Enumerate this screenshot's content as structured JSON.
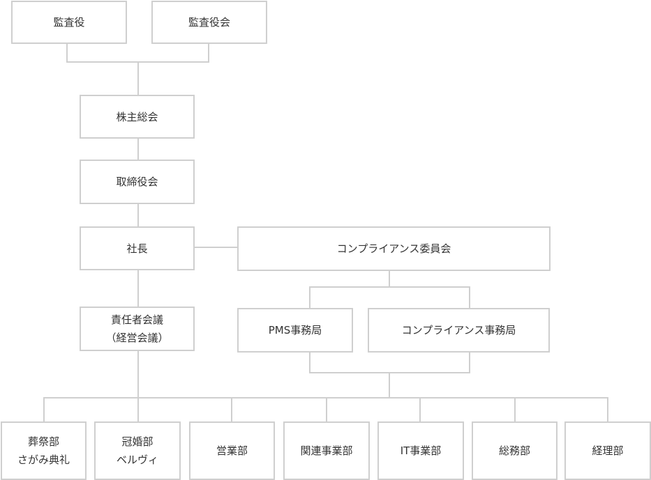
{
  "org": {
    "auditor": "監査役",
    "board_of_auditors": "監査役会",
    "shareholders_meeting": "株主総会",
    "board_of_directors": "取締役会",
    "president": "社長",
    "compliance_committee": "コンプライアンス委員会",
    "responsibility_meeting": {
      "line1": "責任者会議",
      "line2": "（経営会議）"
    },
    "pms_office": "PMS事務局",
    "compliance_office": "コンプライアンス事務局",
    "departments": {
      "funeral": {
        "line1": "葬祭部",
        "line2": "さがみ典礼"
      },
      "wedding": {
        "line1": "冠婚部",
        "line2": "ベルヴィ"
      },
      "sales": "営業部",
      "related": "関連事業部",
      "it": "IT事業部",
      "general_affairs": "総務部",
      "accounting": "経理部"
    }
  }
}
